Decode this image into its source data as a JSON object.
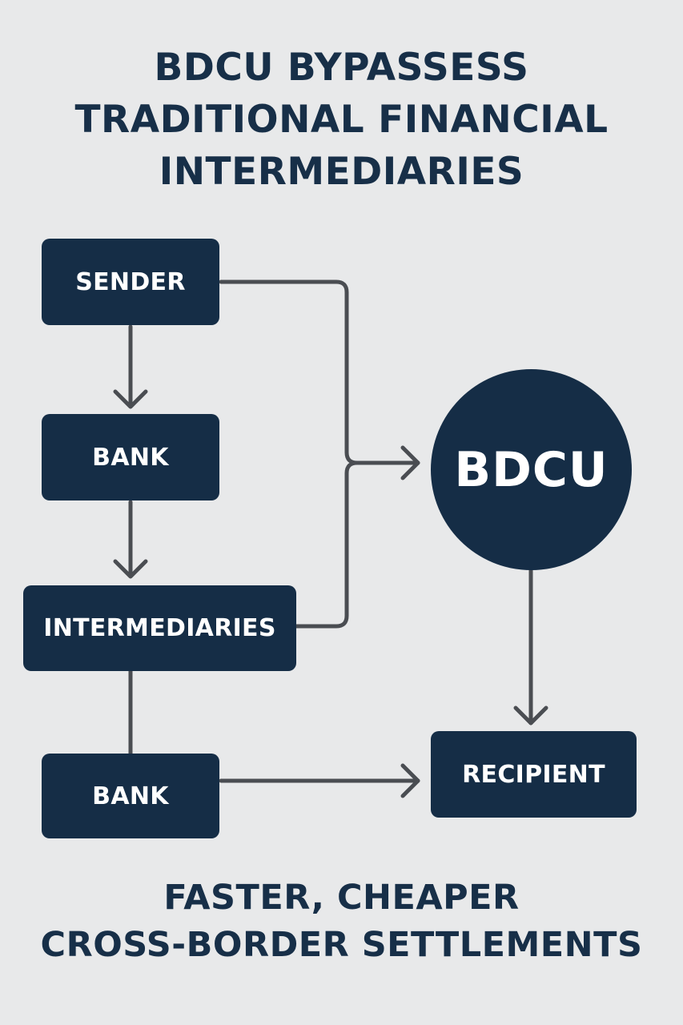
{
  "title": {
    "lines": [
      "BDCU BYPASSESS",
      "TRADITIONAL FINANCIAL",
      "INTERMEDIARIES"
    ]
  },
  "nodes": {
    "sender": "SENDER",
    "bank_top": "BANK",
    "intermediaries": "INTERMEDIARIES",
    "bank_bottom": "BANK",
    "bdcu": "BDCU",
    "recipient": "RECIPIENT"
  },
  "footer": {
    "lines": [
      "FASTER, CHEAPER",
      "CROSS-BORDER SETTLEMENTS"
    ]
  },
  "colors": {
    "background": "#e8e9ea",
    "node_fill": "#152d46",
    "connector": "#4a4d52",
    "text_dark": "#172f48"
  }
}
